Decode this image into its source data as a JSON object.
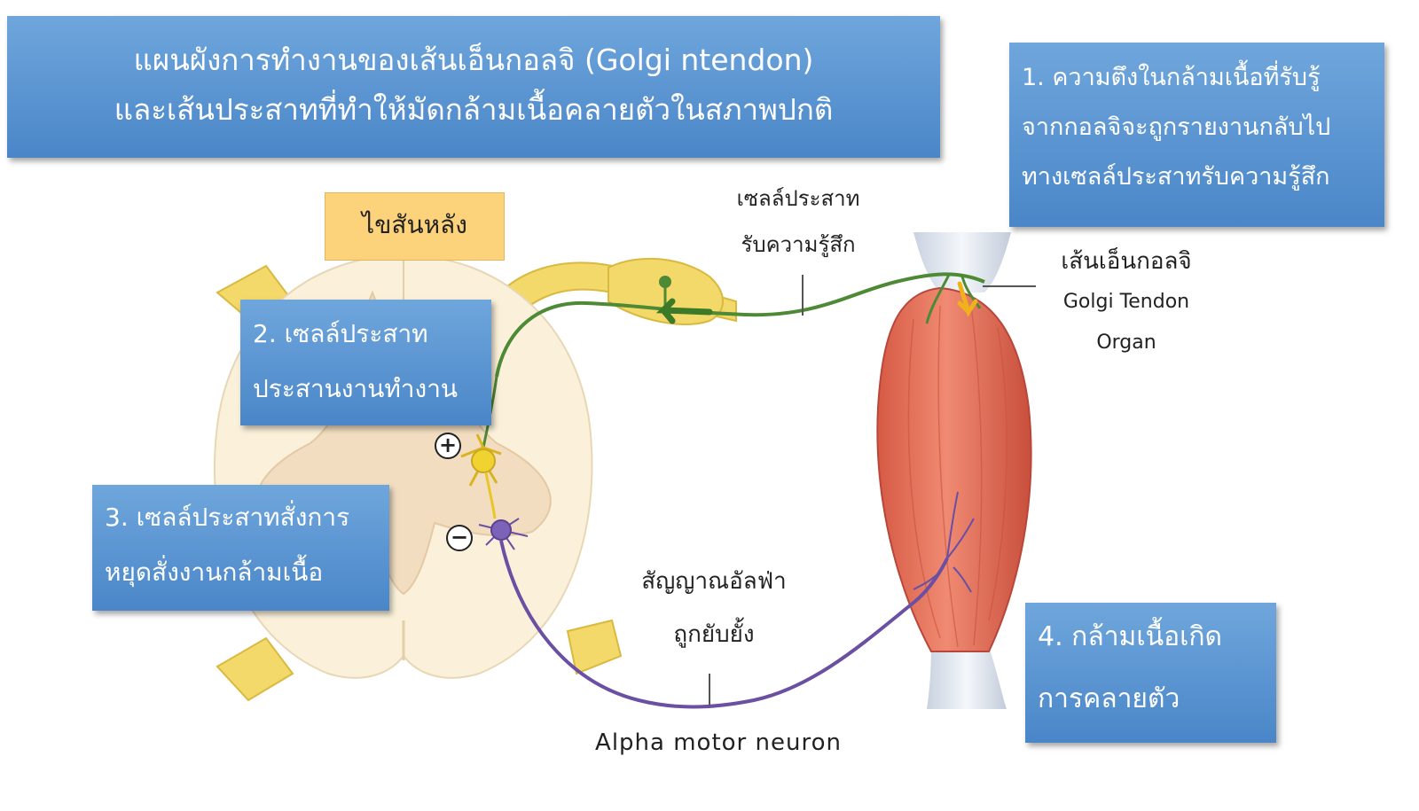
{
  "title": {
    "line1": "แผนผังการทำงานของเส้นเอ็นกอลจิ (Golgi ntendon)",
    "line2": "และเส้นประสาทที่ทำให้มัดกล้ามเนื้อคลายตัวในสภาพปกติ"
  },
  "spinal_cord_label": "ไขสันหลัง",
  "sensory_neuron_label": {
    "line1": "เซลล์ประสาท",
    "line2": "รับความรู้สึก"
  },
  "golgi_tendon": {
    "thai": "เส้นเอ็นกอลจิ",
    "english_line1": "Golgi Tendon",
    "english_line2": "Organ"
  },
  "steps": {
    "step1": {
      "line1": "1. ความตึงในกล้ามเนื้อที่รับรู้",
      "line2": "จากกอลจิจะถูกรายงานกลับไป",
      "line3": "ทางเซลล์ประสาทรับความรู้สึก"
    },
    "step2": {
      "line1": "2. เซลล์ประสาท",
      "line2": "ประสานงานทำงาน"
    },
    "step3": {
      "line1": "3. เซลล์ประสาทสั่งการ",
      "line2": "หยุดสั่งงานกล้ามเนื้อ"
    },
    "step4": {
      "line1": "4. กล้ามเนื้อเกิด",
      "line2": "การคลายตัว"
    }
  },
  "alpha_signal_label": {
    "line1": "สัญญาณอัลฟ่า",
    "line2": "ถูกยับยั้ง"
  },
  "alpha_motor_neuron_label": "Alpha motor neuron",
  "signs": {
    "excitatory": "+",
    "inhibitory": "−"
  },
  "colors": {
    "box_fill": "#5b95d3",
    "spinal_label_fill": "#fcd37a",
    "sensory_neuron": "#4e8a35",
    "motor_neuron": "#6a4fa3",
    "muscle": "#e06a52",
    "interneuron": "#f0d230",
    "grey_matter": "#f2ddc0",
    "white_matter": "#fbf1da"
  }
}
